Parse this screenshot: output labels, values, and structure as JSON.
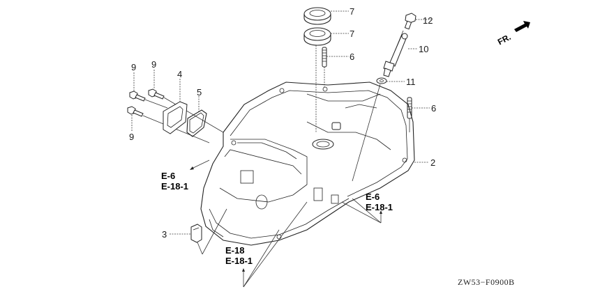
{
  "diagram": {
    "title": "Lower case / oil case parts diagram",
    "part_labels": {
      "p2": "2",
      "p3": "3",
      "p4": "4",
      "p5": "5",
      "p6a": "6",
      "p6b": "6",
      "p7a": "7",
      "p7b": "7",
      "p9a": "9",
      "p9b": "9",
      "p9c": "9",
      "p10": "10",
      "p11": "11",
      "p12": "12"
    },
    "references": {
      "left": [
        "E-6",
        "E-18-1"
      ],
      "right": [
        "E-6",
        "E-18-1"
      ],
      "bottom": [
        "E-18",
        "E-18-1"
      ]
    },
    "direction_indicator": "FR.",
    "drawing_code": "ZW53−F0900B",
    "colors": {
      "line": "#222222",
      "background": "#ffffff"
    }
  }
}
